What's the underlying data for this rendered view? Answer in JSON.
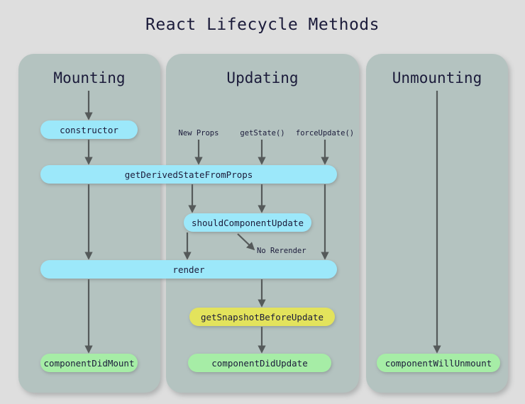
{
  "title": "React Lifecycle Methods",
  "theme": {
    "page_background": "#dedede",
    "panel_background": "#b4c3c0",
    "text_color": "#1b1b3a",
    "arrow_color": "#555a5a",
    "node_cyan": "#9ce8fa",
    "node_yellow": "#e3e35c",
    "node_green": "#a6eda6"
  },
  "columns": [
    {
      "id": "mounting",
      "title": "Mounting"
    },
    {
      "id": "updating",
      "title": "Updating"
    },
    {
      "id": "unmounting",
      "title": "Unmounting"
    }
  ],
  "triggers": [
    {
      "id": "new-props",
      "label": "New Props"
    },
    {
      "id": "get-state",
      "label": "getState()"
    },
    {
      "id": "force-update",
      "label": "forceUpdate()"
    }
  ],
  "nodes": [
    {
      "id": "constructor",
      "label": "constructor",
      "color": "cyan",
      "column": "mounting"
    },
    {
      "id": "get-derived-state",
      "label": "getDerivedStateFromProps",
      "color": "cyan",
      "column": "mounting-updating"
    },
    {
      "id": "should-component-update",
      "label": "shouldComponentUpdate",
      "color": "cyan",
      "column": "updating"
    },
    {
      "id": "render",
      "label": "render",
      "color": "cyan",
      "column": "mounting-updating"
    },
    {
      "id": "get-snapshot-before-update",
      "label": "getSnapshotBeforeUpdate",
      "color": "yellow",
      "column": "updating"
    },
    {
      "id": "component-did-mount",
      "label": "componentDidMount",
      "color": "green",
      "column": "mounting"
    },
    {
      "id": "component-did-update",
      "label": "componentDidUpdate",
      "color": "green",
      "column": "updating"
    },
    {
      "id": "component-will-unmount",
      "label": "componentWillUnmount",
      "color": "green",
      "column": "unmounting"
    }
  ],
  "edge_labels": [
    {
      "id": "no-rerender",
      "label": "No Rerender"
    }
  ]
}
